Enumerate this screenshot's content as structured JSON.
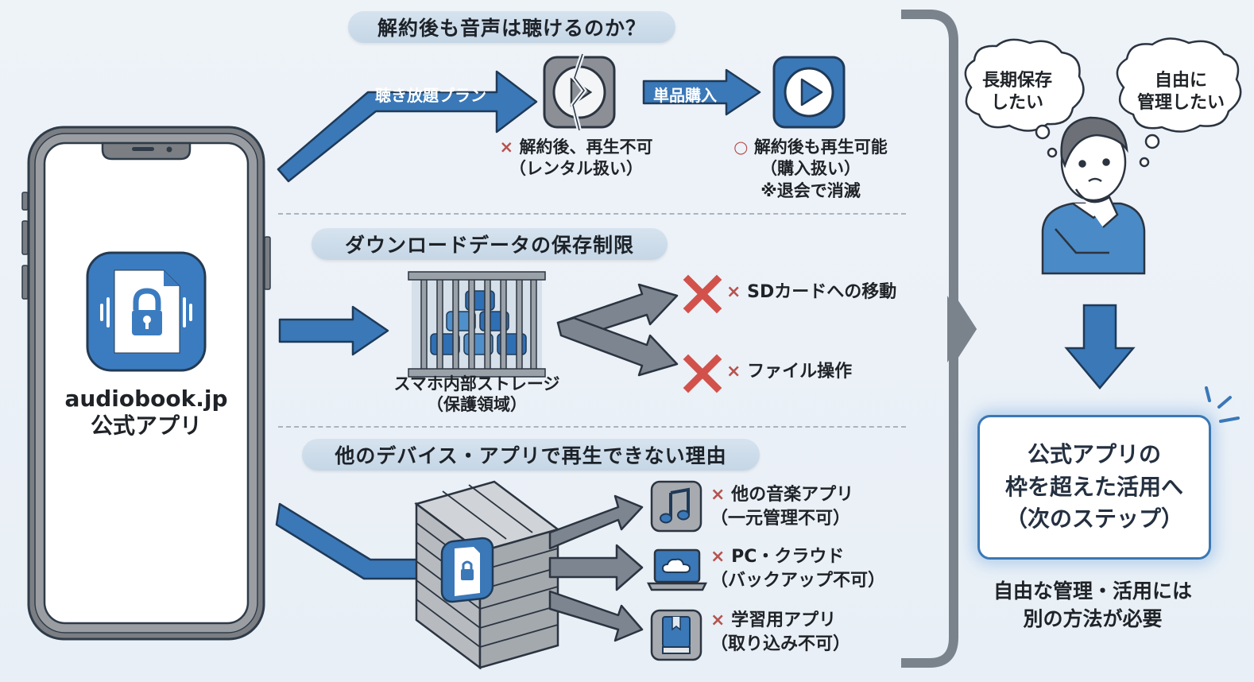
{
  "phone": {
    "app_name": "audiobook.jp",
    "app_subtitle": "公式アプリ",
    "app_icon": "locked-audio-file-icon"
  },
  "section1": {
    "title": "解約後も音声は聴けるのか？",
    "plan_arrow_label": "聴き放題プラン",
    "plan_icon": "broken-play-icon",
    "plan_result_mark": "×",
    "plan_result_line1": "解約後、再生不可",
    "plan_result_line2": "（レンタル扱い）",
    "purchase_arrow_label": "単品購入",
    "purchase_icon": "play-icon",
    "purchase_result_mark": "○",
    "purchase_result_line1": "解約後も再生可能",
    "purchase_result_line2": "（購入扱い）",
    "purchase_result_note": "※退会で消滅"
  },
  "section2": {
    "title": "ダウンロードデータの保存制限",
    "storage_label_line1": "スマホ内部ストレージ",
    "storage_label_line2": "（保護領域）",
    "items": [
      {
        "mark": "×",
        "label": "SDカードへの移動"
      },
      {
        "mark": "×",
        "label": "ファイル操作"
      }
    ]
  },
  "section3": {
    "title": "他のデバイス・アプリで再生できない理由",
    "items": [
      {
        "icon": "music-note-icon",
        "mark": "×",
        "line1": "他の音楽アプリ",
        "line2": "（一元管理不可）"
      },
      {
        "icon": "laptop-cloud-icon",
        "mark": "×",
        "line1": "PC・クラウド",
        "line2": "（バックアップ不可）"
      },
      {
        "icon": "book-icon",
        "mark": "×",
        "line1": "学習用アプリ",
        "line2": "（取り込み不可）"
      }
    ]
  },
  "thoughts": {
    "bubble1_line1": "長期保存",
    "bubble1_line2": "したい",
    "bubble2_line1": "自由に",
    "bubble2_line2": "管理したい"
  },
  "conclusion": {
    "box_line1": "公式アプリの",
    "box_line2": "枠を超えた活用へ",
    "box_line3": "（次のステップ）",
    "caption_line1": "自由な管理・活用には",
    "caption_line2": "別の方法が必要"
  },
  "colors": {
    "accent_blue": "#3a78b8",
    "dark_outline": "#2b3a4a",
    "gray_arrow": "#7d8590",
    "cross_red": "#d2514b",
    "bracket_gray": "#7a838c"
  }
}
